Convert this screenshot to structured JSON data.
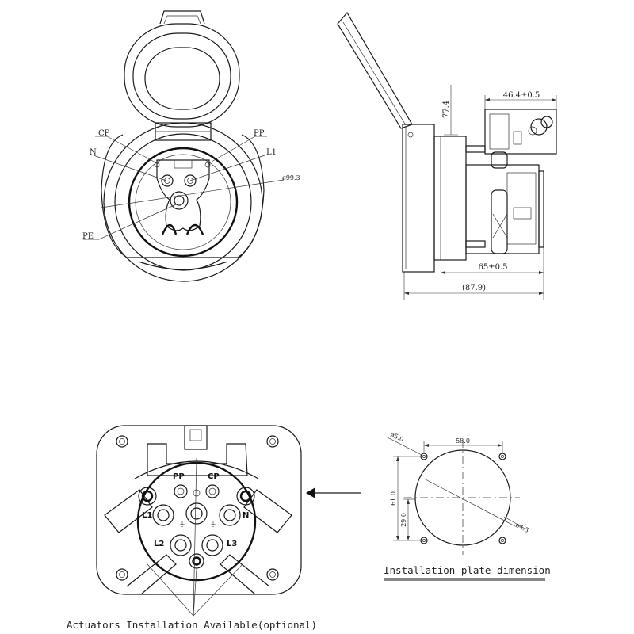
{
  "front_view": {
    "labels": {
      "cp": "CP",
      "pp": "PP",
      "n": "N",
      "l1": "L1",
      "pe": "PE"
    },
    "diameter": "ø99.3"
  },
  "side_view": {
    "dim_height": "77.4",
    "dim_top_width": "46.4±0.5",
    "dim_bottom_width": "65±0.5",
    "dim_overall": "(87.9)"
  },
  "socket_face": {
    "pins": {
      "pp": "PP",
      "cp": "CP",
      "l1": "L1",
      "n": "N",
      "l2": "L2",
      "l3": "L3"
    },
    "caption": "Actuators Installation Available(optional)"
  },
  "plate": {
    "dim_width": "58.0",
    "dim_height": "61.0",
    "dim_center": "29.0",
    "hole_left": "ø5.0",
    "hole_right": "ø4.5",
    "caption": "Installation plate dimension"
  }
}
